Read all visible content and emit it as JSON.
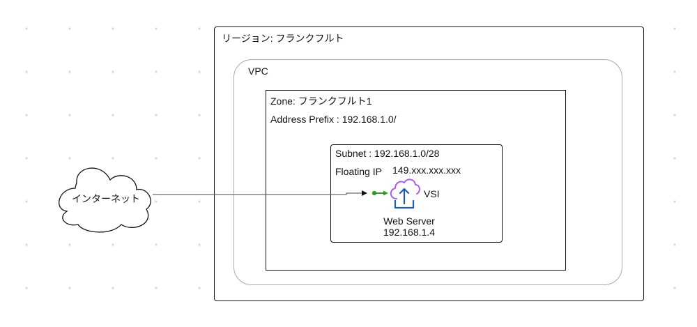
{
  "region": {
    "label": "リージョン: フランクフルト"
  },
  "vpc": {
    "label": "VPC"
  },
  "zone": {
    "label": "Zone: フランクフルト1",
    "address_prefix": "Address Prefix : 192.168.1.0/"
  },
  "subnet": {
    "label": "Subnet : 192.168.1.0/28",
    "floating_ip_label": "Floating IP",
    "floating_ip_value": "149.xxx.xxx.xxx"
  },
  "vsi": {
    "label": "VSI",
    "server_name": "Web Server",
    "server_ip": "192.168.1.4",
    "icon": "cloud-upload-icon"
  },
  "internet": {
    "label": "インターネット",
    "icon": "cloud-icon"
  },
  "colors": {
    "border_dark": "#111111",
    "border_vpc": "#a8a8a8",
    "connector_green": "#2e9e2e",
    "icon_purple": "#a560e8",
    "icon_blue": "#1d5fa6"
  }
}
